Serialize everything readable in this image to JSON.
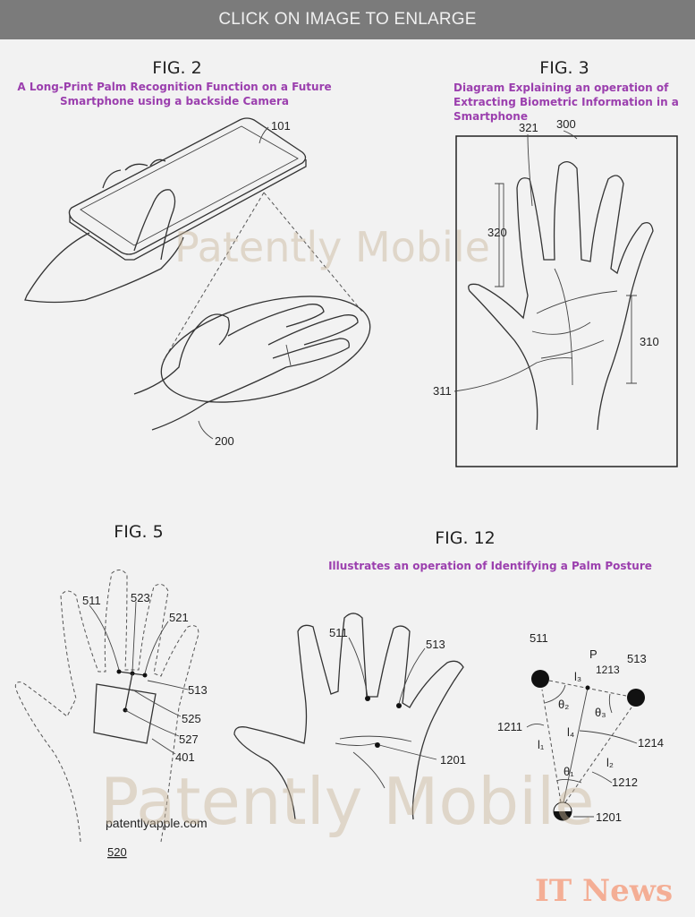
{
  "header": {
    "enlarge_label": "CLICK ON IMAGE TO ENLARGE"
  },
  "fig2": {
    "title": "FIG. 2",
    "caption_lines": [
      "A Long-Print Palm Recognition Function on a Future",
      "Smartphone using a backside Camera"
    ],
    "labels": {
      "phone": "101",
      "hand": "200"
    }
  },
  "fig3": {
    "title": "FIG. 3",
    "caption_lines": [
      "Diagram Explaining an operation of",
      "Extracting Biometric Information in a",
      "Smartphone"
    ],
    "labels": {
      "finger": "321",
      "frame": "300",
      "finger_region": "320",
      "palm_region": "310",
      "palm_line": "311"
    }
  },
  "fig5": {
    "title": "FIG. 5",
    "labels": {
      "l511": "511",
      "l523": "523",
      "l521": "521",
      "l513": "513",
      "l525": "525",
      "l527": "527",
      "l401": "401",
      "l520": "520"
    },
    "source": "patentlyapple.com"
  },
  "fig12": {
    "title": "FIG. 12",
    "caption": "Illustrates an operation of Identifying a Palm Posture",
    "hand_labels": {
      "l511": "511",
      "l513": "513",
      "l1201": "1201"
    },
    "diagram_labels": {
      "l511": "511",
      "l513": "513",
      "p": "P",
      "l1213": "1213",
      "l1211": "1211",
      "l1214": "1214",
      "l1212": "1212",
      "l1201": "1201",
      "i1": "l₁",
      "i2": "l₂",
      "i3": "l₃",
      "i4": "l₄",
      "t1": "θ₁",
      "t2": "θ₂",
      "t3": "θ₃"
    }
  },
  "watermarks": {
    "patently": "Patently Mobile",
    "itnews": "IT News"
  }
}
